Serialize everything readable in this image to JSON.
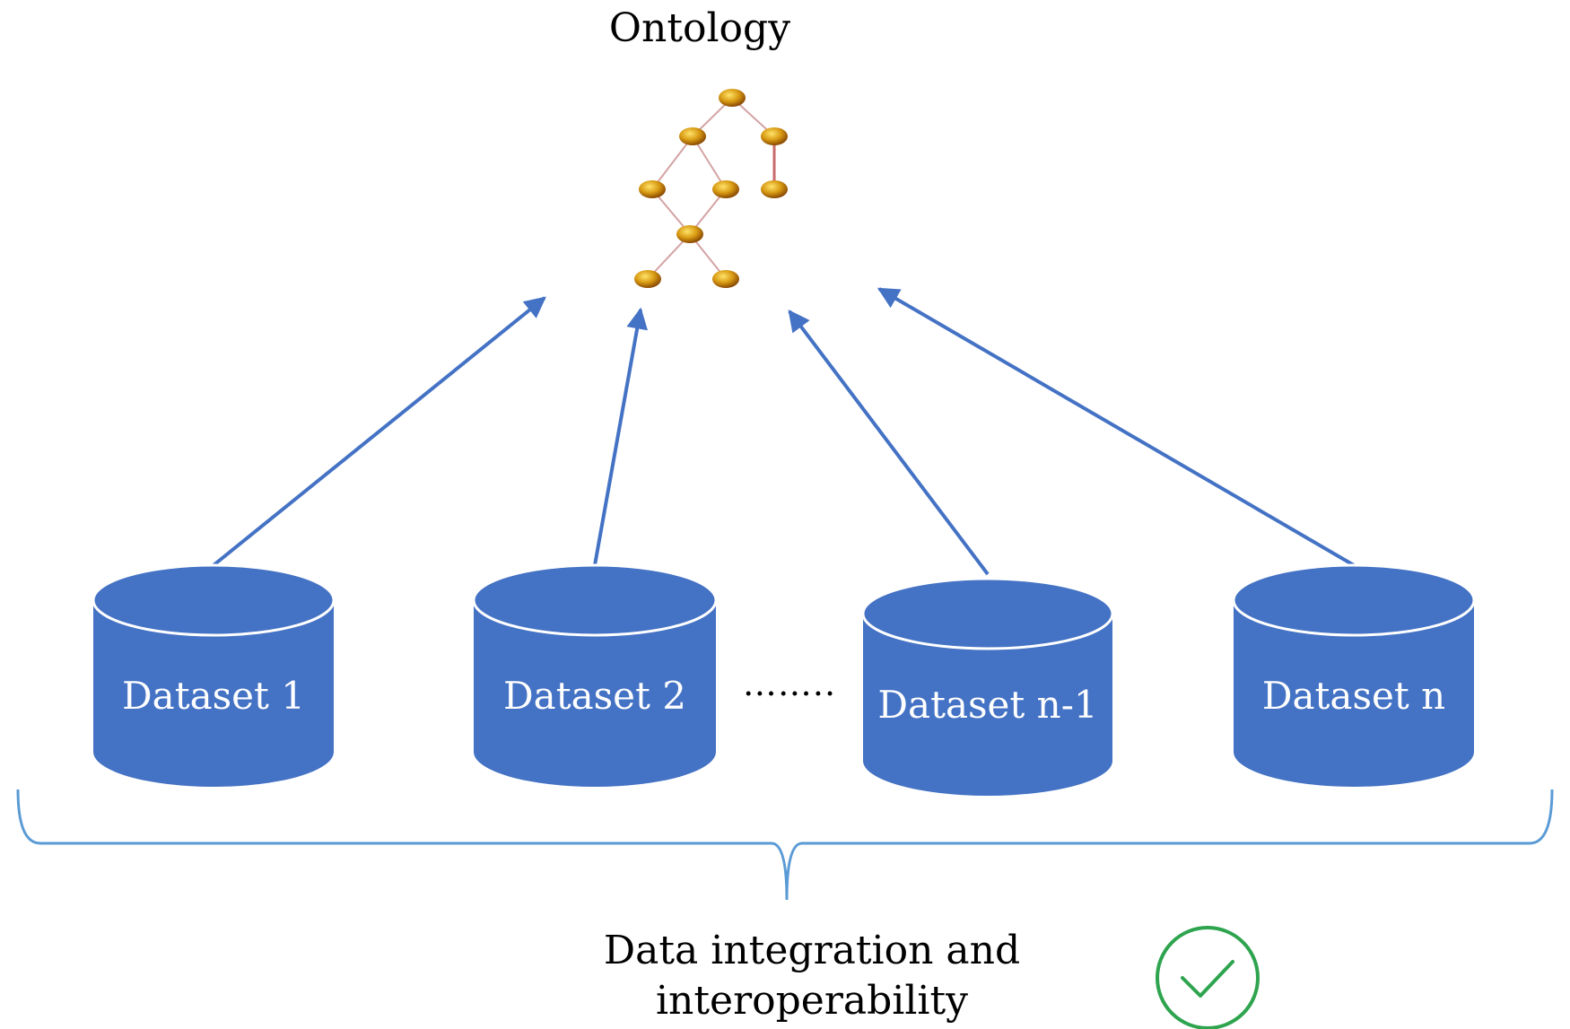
{
  "ontology": {
    "title": "Ontology",
    "node_color": "#c8900a",
    "edge_color": "#d4a3a3"
  },
  "datasets": [
    {
      "label": "Dataset 1"
    },
    {
      "label": "Dataset 2"
    },
    {
      "label": "Dataset n-1"
    },
    {
      "label": "Dataset n"
    }
  ],
  "ellipsis": "……..",
  "caption": "Data integration and interoperability",
  "status_icon": "check-circle-icon",
  "colors": {
    "database_fill": "#4472c4",
    "arrow": "#4472c4",
    "brace": "#5b9bd5",
    "check": "#2ea44f"
  }
}
